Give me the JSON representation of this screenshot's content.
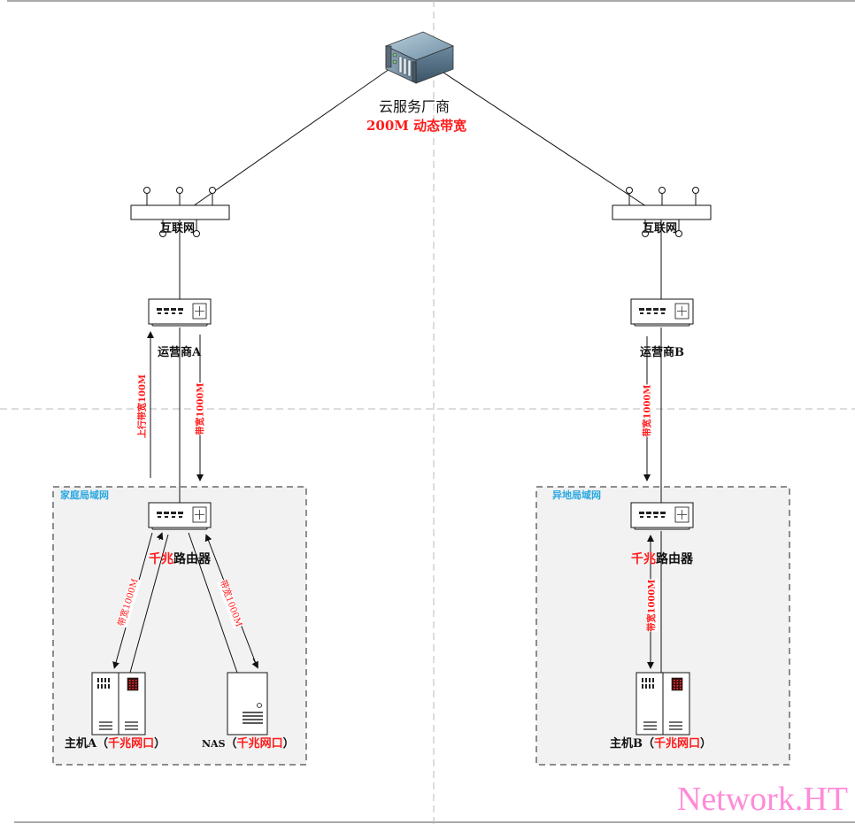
{
  "diagram": {
    "cloud": {
      "name": "云服务厂商",
      "bandwidth": "200M 动态带宽"
    },
    "internet_a": {
      "label": "互联网"
    },
    "internet_b": {
      "label": "互联网"
    },
    "isp_a": {
      "label": "运营商A"
    },
    "isp_b": {
      "label": "运营商B"
    },
    "isp_a_links": {
      "upload": "上行带宽100M",
      "download": "带宽1000M"
    },
    "isp_b_links": {
      "download": "带宽1000M"
    },
    "lan_a": {
      "title": "家庭局域网",
      "router": {
        "prefix": "千兆",
        "name": "路由器"
      },
      "host_link": "带宽1000M",
      "nas_link": "带宽1000M",
      "host": {
        "name": "主机A",
        "open": "（",
        "port": "千兆网口",
        "close": "）"
      },
      "nas": {
        "name": "NAS",
        "open": "（",
        "port": "千兆网口",
        "close": "）"
      }
    },
    "lan_b": {
      "title": "异地局域网",
      "router": {
        "prefix": "千兆",
        "name": "路由器"
      },
      "host_link": "带宽1000M",
      "host": {
        "name": "主机B",
        "open": "（",
        "port": "千兆网口",
        "close": "）"
      }
    },
    "watermark": "Network.HT",
    "colors": {
      "accent_red": "#ff1a1a",
      "lan_title_blue": "#29a8e0",
      "lan_fill": "#f2f2f2",
      "watermark_pink": "#ff8ad8"
    }
  }
}
